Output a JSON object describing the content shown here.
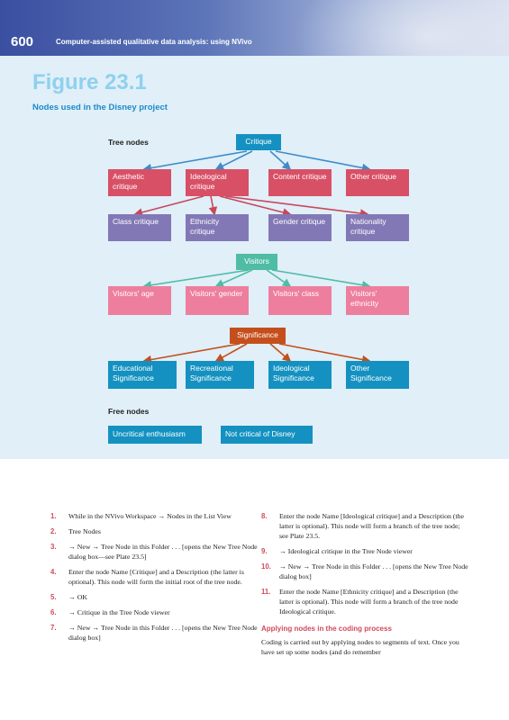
{
  "header": {
    "page_number": "600",
    "running_head": "Computer-assisted qualitative data analysis: using NVivo"
  },
  "figure": {
    "title": "Figure 23.1",
    "subtitle": "Nodes used in the Disney project",
    "tree_label": "Tree nodes",
    "free_label": "Free nodes",
    "root": "Critique",
    "critique_children": [
      "Aesthetic critique",
      "Ideological critique",
      "Content critique",
      "Other critique"
    ],
    "ideological_children": [
      "Class critique",
      "Ethnicity critique",
      "Gender critique",
      "Nationality critique"
    ],
    "visitors_root": "Visitors",
    "visitors_children": [
      "Visitors' age",
      "Visitors' gender",
      "Visitors' class",
      "Visitors' ethnicity"
    ],
    "significance_root": "Significance",
    "significance_children": [
      "Educational Significance",
      "Recreational Significance",
      "Ideological Significance",
      "Other Significance"
    ],
    "free_nodes": [
      "Uncritical enthusiasm",
      "Not critical of Disney"
    ]
  },
  "left_items": [
    {
      "num": "1.",
      "text": "While in the NVivo Workspace → Nodes in the List View"
    },
    {
      "num": "2.",
      "text": "Tree Nodes"
    },
    {
      "num": "3.",
      "text": "→ New → Tree Node in this Folder . . . [opens the New Tree Node dialog box—see Plate 23.5]"
    },
    {
      "num": "4.",
      "text": "Enter the node Name [Critique] and a Description (the latter is optional). This node will form the initial root of the tree node."
    },
    {
      "num": "5.",
      "text": "→ OK"
    },
    {
      "num": "6.",
      "text": "→ Critique in the Tree Node viewer"
    },
    {
      "num": "7.",
      "text": "→ New → Tree Node in this Folder . . . [opens the New Tree Node dialog box]"
    }
  ],
  "right_items": [
    {
      "num": "8.",
      "text": "Enter the node Name [Ideological critique] and a Description (the latter is optional). This node will form a branch of the tree node; see Plate 23.5."
    },
    {
      "num": "9.",
      "text": "→ Ideological critique in the Tree Node viewer"
    },
    {
      "num": "10.",
      "text": "→ New → Tree Node in this Folder . . . [opens the New Tree Node dialog box]"
    },
    {
      "num": "11.",
      "text": "Enter the node Name [Ethnicity critique] and a Description (the latter is optional). This node will form a branch of the tree node Ideological critique."
    }
  ],
  "section": {
    "heading": "Applying nodes in the coding process",
    "text": "Coding is carried out by applying nodes to segments of text. Once you have set up some nodes (and do remember"
  }
}
